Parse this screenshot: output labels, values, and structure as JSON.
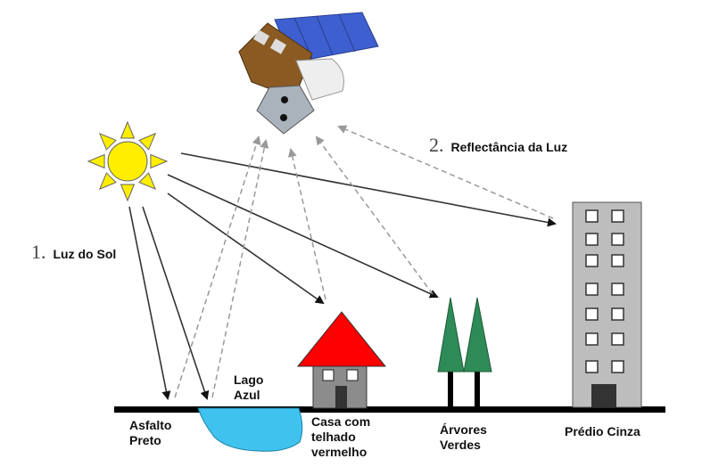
{
  "labels": {
    "sunlight_number": "1.",
    "sunlight": "Luz do Sol",
    "reflectance_number": "2.",
    "reflectance": "Reflectância da Luz",
    "asphalt": "Asfalto\nPreto",
    "lake": "Lago\nAzul",
    "house": "Casa com\ntelhado\nvermelho",
    "trees": "Árvores\nVerdes",
    "building": "Prédio Cinza"
  },
  "colors": {
    "sun": "#ffee00",
    "roof": "#ff0000",
    "house_wall": "#8c8c8c",
    "lake": "#3fc3ee",
    "tree": "#2e8b57",
    "building": "#bdbdbd",
    "ground": "#000000",
    "solar_panel": "#3d5fcf"
  },
  "icons": {
    "sun": "sun-icon",
    "satellite": "satellite-icon",
    "house": "house-icon",
    "trees": "tree-icon",
    "building": "building-icon",
    "lake": "lake-icon"
  }
}
